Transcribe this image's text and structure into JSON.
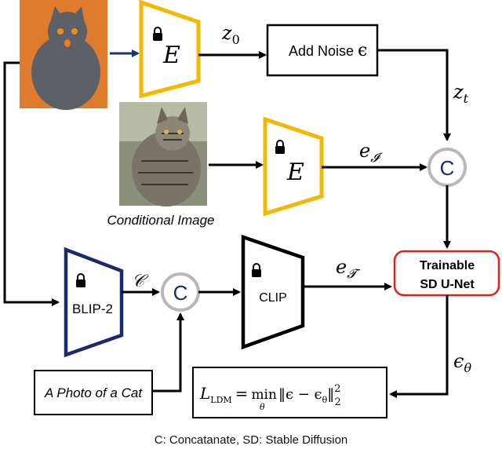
{
  "inputs": {
    "cat_image": "photo of a gray cat on orange background",
    "conditional_image": "photo of a tabby cat",
    "conditional_label": "Conditional Image",
    "text_prompt": "A Photo of a Cat"
  },
  "encoders": {
    "top_encoder": "E",
    "mid_encoder": "E",
    "blip": "BLIP-2",
    "clip": "CLIP"
  },
  "ops": {
    "add_noise": "Add Noise",
    "add_noise_symbol": "ϵ",
    "concat_symbol": "C"
  },
  "labels": {
    "z0_base": "z",
    "z0_sub": "0",
    "zt_base": "z",
    "zt_sub": "t",
    "eI_base": "e",
    "eI_sub": "𝓘",
    "eT_base": "e",
    "eT_sub": "𝓣",
    "c_label": "𝒞",
    "eps_theta_base": "ϵ",
    "eps_theta_sub": "θ"
  },
  "unet": {
    "line1": "Trainable",
    "line2": "SD U-Net"
  },
  "loss": {
    "lhs": "L",
    "lhs_sub": "LDM",
    "eq": "=",
    "op": "min",
    "op_sub": "θ",
    "norm_body": "‖ϵ − ϵ",
    "norm_body_sub": "θ",
    "norm_close": "‖",
    "sup": "2",
    "sub": "2"
  },
  "caption": "C: Concatanate, SD: Stable Diffusion",
  "colors": {
    "encoder_yellow": "#f5b800",
    "blip_navy": "#1a2b6b",
    "arrow_navy": "#1d3270",
    "unet_red": "#e0201b",
    "concat_gray": "#b8b8b8",
    "concat_text": "#1a2b6b"
  },
  "icons": [
    "lock-icon"
  ]
}
